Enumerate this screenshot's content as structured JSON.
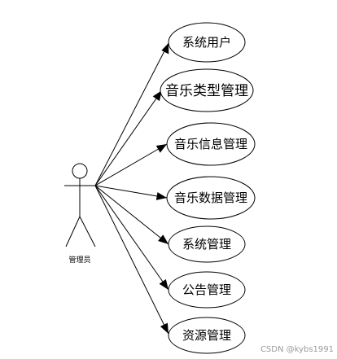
{
  "actor": {
    "name": "管理员"
  },
  "use_cases": [
    {
      "id": "uc1",
      "label": "系统用户"
    },
    {
      "id": "uc2",
      "label": "音乐类型管理"
    },
    {
      "id": "uc3",
      "label": "音乐信息管理"
    },
    {
      "id": "uc4",
      "label": "音乐数据管理"
    },
    {
      "id": "uc5",
      "label": "系统管理"
    },
    {
      "id": "uc6",
      "label": "公告管理"
    },
    {
      "id": "uc7",
      "label": "资源管理"
    }
  ],
  "watermark": "CSDN @kybs1991"
}
